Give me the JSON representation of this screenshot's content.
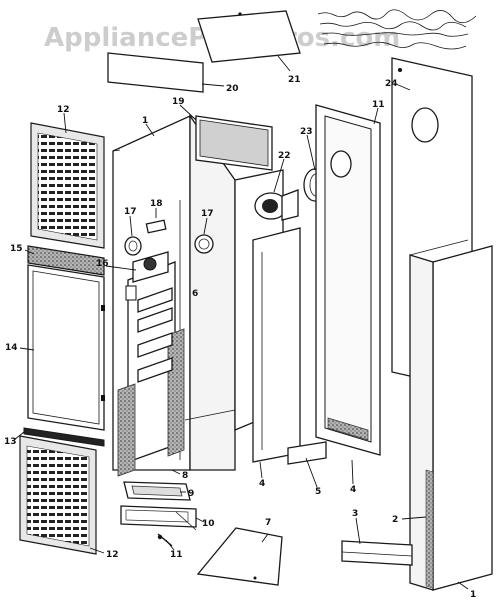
{
  "watermark": "AppliancePartsPros.com",
  "callouts": {
    "n1a": "1",
    "n1b": "1",
    "n2": "2",
    "n3": "3",
    "n4a": "4",
    "n4b": "4",
    "n5": "5",
    "n6": "6",
    "n7": "7",
    "n8": "8",
    "n9": "9",
    "n10": "10",
    "n11a": "11",
    "n11b": "11",
    "n12a": "12",
    "n12b": "12",
    "n13": "13",
    "n14": "14",
    "n15": "15",
    "n16": "16",
    "n17a": "17",
    "n17b": "17",
    "n18": "18",
    "n19": "19",
    "n20": "20",
    "n21": "21",
    "n22": "22",
    "n23": "23",
    "n24": "24"
  }
}
